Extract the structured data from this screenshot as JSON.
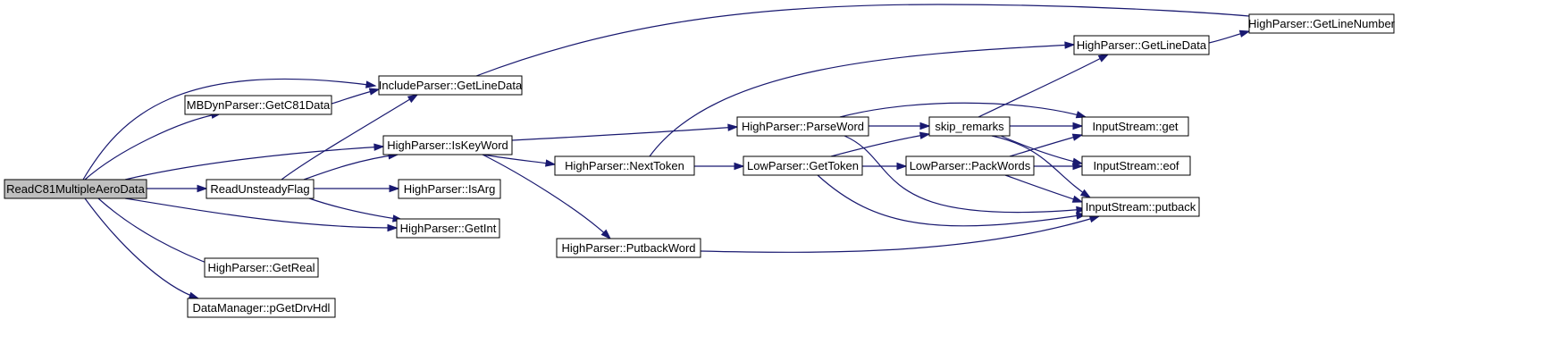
{
  "diagram": {
    "type": "call-graph",
    "colors": {
      "edge": "#191970",
      "node_fill": "#ffffff",
      "root_fill": "#bfbfbf",
      "node_border": "#000000"
    },
    "nodes": [
      {
        "id": "read_c81",
        "label": "ReadC81MultipleAeroData",
        "root": true
      },
      {
        "id": "getc81data",
        "label": "MBDynParser::GetC81Data"
      },
      {
        "id": "include_getlinedata",
        "label": "IncludeParser::GetLineData"
      },
      {
        "id": "iskeyword",
        "label": "HighParser::IsKeyWord"
      },
      {
        "id": "readunsteady",
        "label": "ReadUnsteadyFlag"
      },
      {
        "id": "isarg",
        "label": "HighParser::IsArg"
      },
      {
        "id": "getint",
        "label": "HighParser::GetInt"
      },
      {
        "id": "getreal",
        "label": "HighParser::GetReal"
      },
      {
        "id": "pgetdrvhdl",
        "label": "DataManager::pGetDrvHdl"
      },
      {
        "id": "nexttoken",
        "label": "HighParser::NextToken"
      },
      {
        "id": "putbackword",
        "label": "HighParser::PutbackWord"
      },
      {
        "id": "parseword",
        "label": "HighParser::ParseWord"
      },
      {
        "id": "gettoken",
        "label": "LowParser::GetToken"
      },
      {
        "id": "skip_remarks",
        "label": "skip_remarks"
      },
      {
        "id": "packwords",
        "label": "LowParser::PackWords"
      },
      {
        "id": "high_getlinedata",
        "label": "HighParser::GetLineData"
      },
      {
        "id": "getlinenumber",
        "label": "HighParser::GetLineNumber"
      },
      {
        "id": "is_get",
        "label": "InputStream::get"
      },
      {
        "id": "is_eof",
        "label": "InputStream::eof"
      },
      {
        "id": "is_putback",
        "label": "InputStream::putback"
      }
    ],
    "edges": [
      {
        "from": "read_c81",
        "to": "include_getlinedata"
      },
      {
        "from": "read_c81",
        "to": "getc81data"
      },
      {
        "from": "read_c81",
        "to": "iskeyword"
      },
      {
        "from": "read_c81",
        "to": "readunsteady"
      },
      {
        "from": "read_c81",
        "to": "getint"
      },
      {
        "from": "read_c81",
        "to": "getreal"
      },
      {
        "from": "read_c81",
        "to": "pgetdrvhdl"
      },
      {
        "from": "getc81data",
        "to": "include_getlinedata"
      },
      {
        "from": "readunsteady",
        "to": "include_getlinedata"
      },
      {
        "from": "readunsteady",
        "to": "iskeyword"
      },
      {
        "from": "readunsteady",
        "to": "isarg"
      },
      {
        "from": "readunsteady",
        "to": "getint"
      },
      {
        "from": "include_getlinedata",
        "to": "getlinenumber"
      },
      {
        "from": "iskeyword",
        "to": "parseword"
      },
      {
        "from": "iskeyword",
        "to": "nexttoken"
      },
      {
        "from": "iskeyword",
        "to": "putbackword"
      },
      {
        "from": "nexttoken",
        "to": "high_getlinedata"
      },
      {
        "from": "nexttoken",
        "to": "gettoken"
      },
      {
        "from": "parseword",
        "to": "is_get"
      },
      {
        "from": "parseword",
        "to": "skip_remarks"
      },
      {
        "from": "parseword",
        "to": "is_putback"
      },
      {
        "from": "gettoken",
        "to": "skip_remarks"
      },
      {
        "from": "gettoken",
        "to": "packwords"
      },
      {
        "from": "gettoken",
        "to": "is_putback"
      },
      {
        "from": "skip_remarks",
        "to": "high_getlinedata"
      },
      {
        "from": "skip_remarks",
        "to": "is_get"
      },
      {
        "from": "skip_remarks",
        "to": "is_eof"
      },
      {
        "from": "skip_remarks",
        "to": "is_putback"
      },
      {
        "from": "packwords",
        "to": "is_get"
      },
      {
        "from": "packwords",
        "to": "is_eof"
      },
      {
        "from": "packwords",
        "to": "is_putback"
      },
      {
        "from": "putbackword",
        "to": "is_putback"
      },
      {
        "from": "high_getlinedata",
        "to": "getlinenumber"
      }
    ]
  }
}
